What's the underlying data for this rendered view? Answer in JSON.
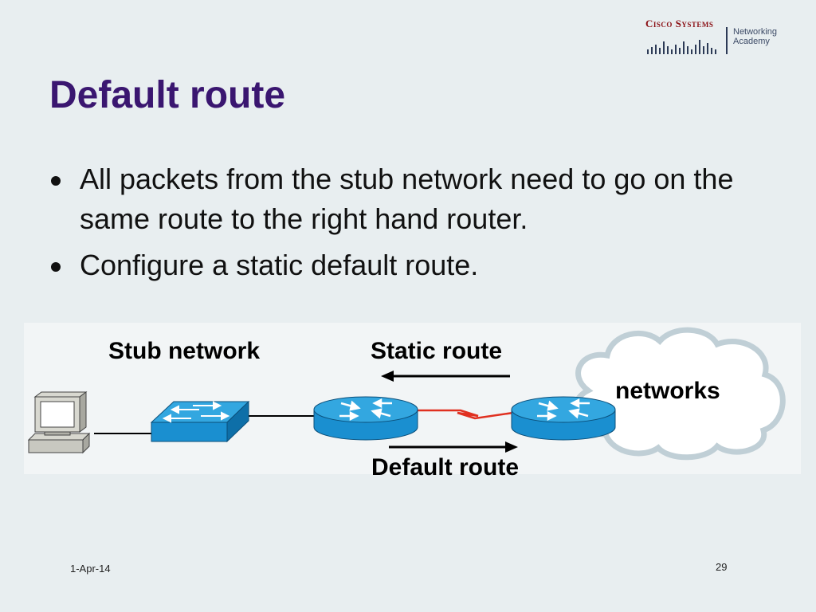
{
  "header": {
    "logo_brand": "Cisco Systems",
    "logo_academy_line1": "Networking",
    "logo_academy_line2": "Academy"
  },
  "slide": {
    "title": "Default route",
    "bullets": [
      "All packets from the stub network need to go on the same route to the right hand router.",
      "Configure a static default route."
    ]
  },
  "diagram": {
    "stub_label": "Stub network",
    "static_label": "Static route",
    "default_label": "Default route",
    "networks_label": "networks",
    "colors": {
      "device_blue": "#1a8fd0",
      "serial_link": "#e03020",
      "cloud_fill": "#ffffff",
      "cloud_stroke": "#c0cfd6"
    }
  },
  "footer": {
    "date": "1-Apr-14",
    "page": "29"
  }
}
